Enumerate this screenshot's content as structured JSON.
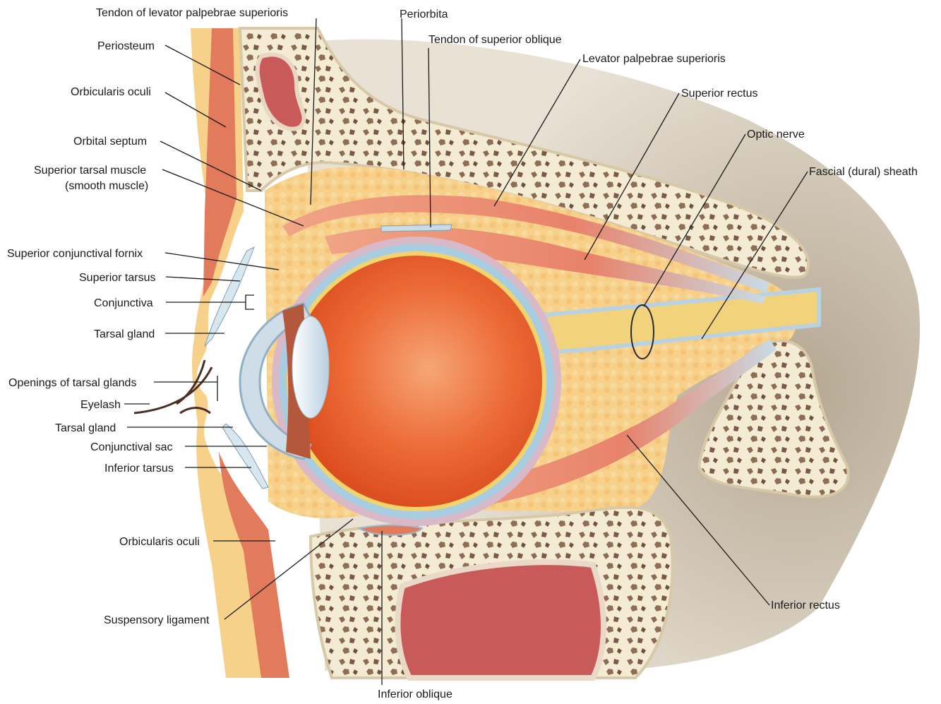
{
  "labels": {
    "tendon_levator": "Tendon of levator palpebrae superioris",
    "periosteum": "Periosteum",
    "orbicularis_oculi_upper": "Orbicularis oculi",
    "orbital_septum": "Orbital septum",
    "superior_tarsal_muscle_1": "Superior tarsal muscle",
    "superior_tarsal_muscle_2": "(smooth muscle)",
    "superior_conjunctival_fornix": "Superior conjunctival fornix",
    "superior_tarsus": "Superior tarsus",
    "conjunctiva": "Conjunctiva",
    "tarsal_gland_upper": "Tarsal gland",
    "openings_tarsal_glands": "Openings of tarsal glands",
    "eyelash": "Eyelash",
    "tarsal_gland_lower": "Tarsal gland",
    "conjunctival_sac": "Conjunctival sac",
    "inferior_tarsus": "Inferior tarsus",
    "orbicularis_oculi_lower": "Orbicularis oculi",
    "suspensory_ligament": "Suspensory ligament",
    "inferior_oblique": "Inferior oblique",
    "periorbita": "Periorbita",
    "tendon_superior_oblique": "Tendon of superior oblique",
    "levator_palpebrae": "Levator palpebrae superioris",
    "superior_rectus": "Superior rectus",
    "optic_nerve": "Optic nerve",
    "fascial_sheath": "Fascial (dural) sheath",
    "inferior_rectus": "Inferior rectus"
  },
  "colors": {
    "fat": "#f7d08a",
    "bone": "#f3ebd4",
    "bone_pore": "#8a6a50",
    "muscle": "#e88a6a",
    "globe_interior": "#e8582a",
    "sclera": "#a9cde0",
    "sinus": "#c85a5a",
    "background_tissue": "#c9bba6"
  }
}
